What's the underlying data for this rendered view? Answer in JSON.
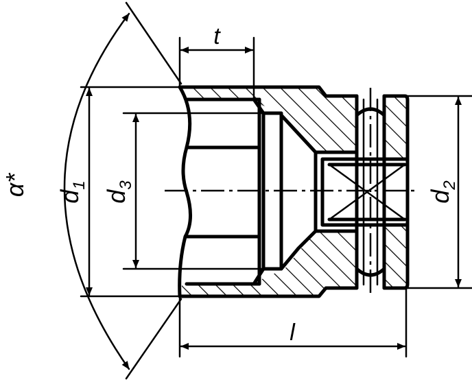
{
  "labels": {
    "t": "t",
    "d1": "d",
    "d1_sub": "1",
    "d2": "d",
    "d2_sub": "2",
    "d3": "d",
    "d3_sub": "3",
    "l": "l",
    "alpha": "α*"
  },
  "colors": {
    "line": "#000000",
    "background": "#ffffff"
  }
}
